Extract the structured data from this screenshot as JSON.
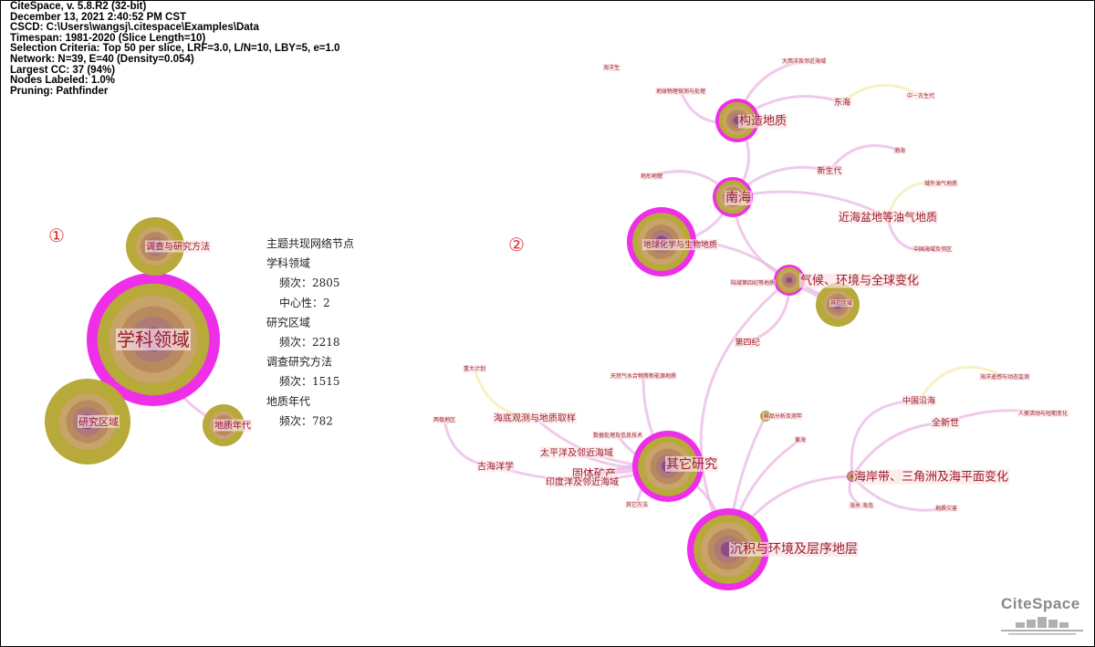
{
  "info_lines": [
    "CiteSpace, v. 5.8.R2 (32-bit)",
    "December 13, 2021 2:40:52 PM CST",
    "CSCD: C:\\Users\\wangsj\\.citespace\\Examples\\Data",
    "Timespan: 1981-2020 (Slice Length=10)",
    "Selection Criteria: Top 50 per slice, LRF=3.0, L/N=10, LBY=5, e=1.0",
    "Network: N=39, E=40 (Density=0.054)",
    "Largest CC: 37 (94%)",
    "Nodes Labeled: 1.0%",
    "Pruning: Pathfinder"
  ],
  "panel1": {
    "marker": "①",
    "nodes": [
      {
        "id": "xkly",
        "label": "学科领域",
        "r": 73,
        "fs": 20,
        "ring": "#ee2ee8",
        "outer": "#b7a93a"
      },
      {
        "id": "dcyj",
        "label": "调查与研究方法",
        "r": 32,
        "fs": 10,
        "ring": "#b7a93a",
        "outer": "#b7a93a"
      },
      {
        "id": "yjqy",
        "label": "研究区域",
        "r": 47,
        "fs": 11,
        "ring": "#b7a93a",
        "outer": "#b7a93a"
      },
      {
        "id": "dznd",
        "label": "地质年代",
        "r": 23,
        "fs": 10,
        "ring": "#b7a93a",
        "outer": "#b7a93a"
      }
    ],
    "legend": [
      {
        "text": "主题共现网络节点",
        "indent": false
      },
      {
        "text": "学科领域",
        "indent": false
      },
      {
        "text": "频次：2805",
        "indent": true
      },
      {
        "text": "中心性：2",
        "indent": true
      },
      {
        "text": "研究区域",
        "indent": false
      },
      {
        "text": "频次：2218",
        "indent": true
      },
      {
        "text": "调查研究方法",
        "indent": false
      },
      {
        "text": "频次：1515",
        "indent": true
      },
      {
        "text": "地质年代",
        "indent": false
      },
      {
        "text": "频次：782",
        "indent": true
      }
    ]
  },
  "panel2": {
    "marker": "②",
    "big_nodes": [
      {
        "id": "gzdz",
        "label": "构造地质",
        "r": 24,
        "fs": 13,
        "ring": "#ee2ee8"
      },
      {
        "id": "nh",
        "label": "南海",
        "r": 22,
        "fs": 14,
        "ring": "#ee2ee8"
      },
      {
        "id": "dqhx",
        "label": "地球化学与生物地质",
        "r": 38,
        "fs": 9,
        "ring": "#ee2ee8"
      },
      {
        "id": "qh",
        "label": "气候、环境与全球变化",
        "r": 17,
        "fs": 13,
        "ring": "#ee2ee8"
      },
      {
        "id": "qtqy",
        "label": "其它区域",
        "r": 24,
        "fs": 6,
        "ring": "#b7a93a"
      },
      {
        "id": "qtyj",
        "label": "其它研究",
        "r": 39,
        "fs": 14,
        "ring": "#ee2ee8"
      },
      {
        "id": "cj",
        "label": "沉积与环境及层序地层",
        "r": 45,
        "fs": 14,
        "ring": "#ee2ee8"
      },
      {
        "id": "hadd",
        "label": "海岸带、三角洲及海平面变化",
        "r": 6,
        "fs": 13,
        "ring": "#ee2ee8"
      },
      {
        "id": "ypfx",
        "label": "样品分析及测年",
        "r": 6,
        "fs": 6,
        "ring": "#b7a93a"
      }
    ],
    "small_labels": [
      {
        "id": "s1",
        "text": "大西洋及邻近海域",
        "fs": 6
      },
      {
        "id": "s2",
        "text": "地球物理探测与处理",
        "fs": 6
      },
      {
        "id": "s3",
        "text": "东海",
        "fs": 9
      },
      {
        "id": "s4",
        "text": "中－古生代",
        "fs": 6
      },
      {
        "id": "s5",
        "text": "渤海",
        "fs": 6
      },
      {
        "id": "s6",
        "text": "新生代",
        "fs": 9
      },
      {
        "id": "s7",
        "text": "地形地貌",
        "fs": 6
      },
      {
        "id": "s8",
        "text": "域外油气地质",
        "fs": 6
      },
      {
        "id": "s9",
        "text": "近海盆地等油气地质",
        "fs": 12
      },
      {
        "id": "s10",
        "text": "中国海域及邻区",
        "fs": 6
      },
      {
        "id": "s11",
        "text": "陆域第四纪等地质",
        "fs": 6
      },
      {
        "id": "s12",
        "text": "第四纪",
        "fs": 9
      },
      {
        "id": "s13",
        "text": "重大计划",
        "fs": 6
      },
      {
        "id": "s14",
        "text": "天然气水合物等新能源地质",
        "fs": 6
      },
      {
        "id": "s15",
        "text": "海洋遥感与动态监测",
        "fs": 6
      },
      {
        "id": "s16",
        "text": "中国沿海",
        "fs": 9
      },
      {
        "id": "s17",
        "text": "人类活动与短期变化",
        "fs": 6
      },
      {
        "id": "s18",
        "text": "海底观测与地质取样",
        "fs": 10
      },
      {
        "id": "s19",
        "text": "两极地区",
        "fs": 6
      },
      {
        "id": "s20",
        "text": "数据处理及信息技术",
        "fs": 6
      },
      {
        "id": "s21",
        "text": "黄海",
        "fs": 6
      },
      {
        "id": "s22",
        "text": "全新世",
        "fs": 10
      },
      {
        "id": "s23",
        "text": "太平洋及邻近海域",
        "fs": 10
      },
      {
        "id": "s24",
        "text": "古海洋学",
        "fs": 10
      },
      {
        "id": "s25",
        "text": "固体矿产",
        "fs": 12
      },
      {
        "id": "s26",
        "text": "印度洋及邻近海域",
        "fs": 10
      },
      {
        "id": "s27",
        "text": "其它方法",
        "fs": 6
      },
      {
        "id": "s28",
        "text": "地质灾害",
        "fs": 6
      },
      {
        "id": "s29",
        "text": "海水 海岛",
        "fs": 6
      },
      {
        "id": "s30",
        "text": "海洋生",
        "fs": 6
      }
    ]
  },
  "logo": {
    "text": "CiteSpace"
  },
  "colors": {
    "magenta": "#ee2ee8",
    "olive": "#b7a93a",
    "label": "#9b1b2b",
    "edge": "#e9b8e6"
  }
}
